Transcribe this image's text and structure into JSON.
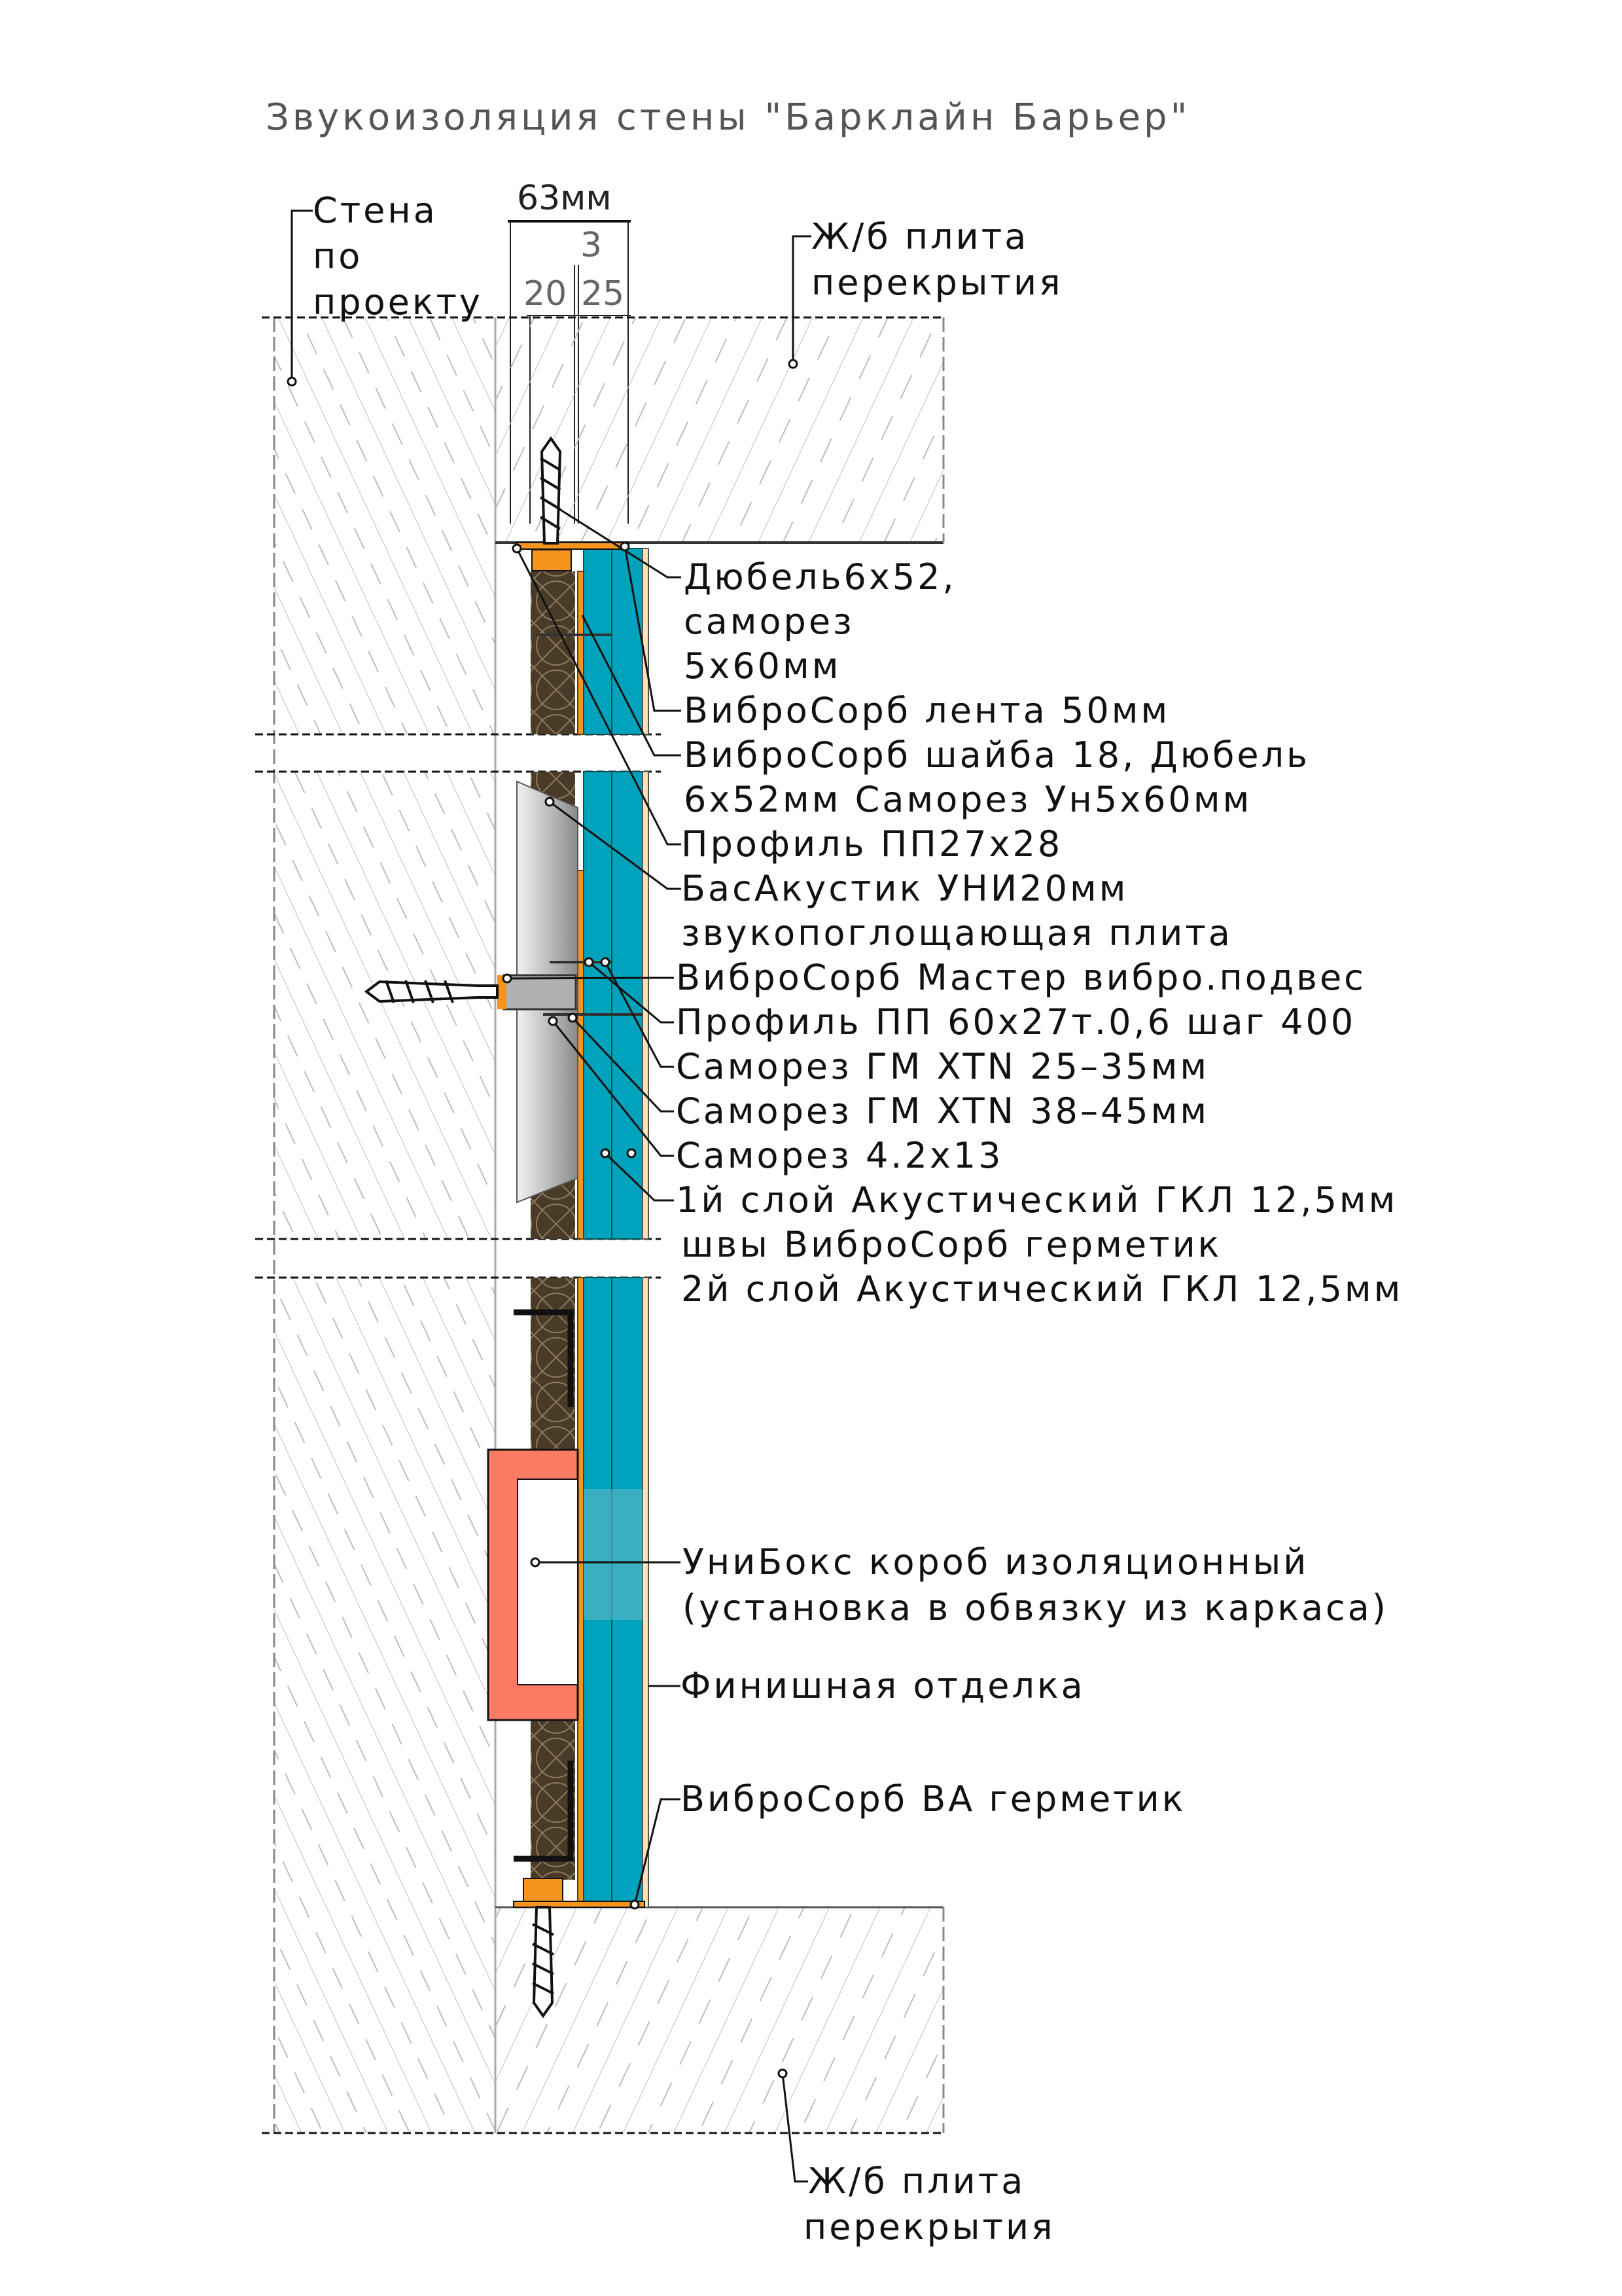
{
  "title": "Звукоизоляция стены \"Барклайн Барьер\"",
  "dimensions": {
    "total": "63мм",
    "gap": "3",
    "left": "20",
    "right": "25"
  },
  "callouts": {
    "wall": [
      "Стена",
      "по",
      "проекту"
    ],
    "slab_top": [
      "Ж/б плита",
      "перекрытия"
    ],
    "slab_bottom": [
      "Ж/б плита",
      "перекрытия"
    ],
    "dowel": [
      "Дюбель6х52,",
      "саморез",
      "5х60мм"
    ],
    "tape": "ВиброСорб лента 50мм",
    "washer": [
      "ВиброСорб шайба 18, Дюбель",
      "6х52мм Саморез Ун5х60мм"
    ],
    "profile_27": "Профиль ПП27х28",
    "bas": [
      "БасАкустик УНИ20мм",
      "звукопоглощающая плита"
    ],
    "hanger": "ВиброСорб Мастер вибро.подвес",
    "profile_60": "Профиль ПП 60х27т.0,6 шаг 400",
    "screw_25": "Саморез ГМ XTN 25–35мм",
    "screw_38": "Саморез ГМ XTN 38–45мм",
    "screw_42": "Саморез 4.2х13",
    "gkl": [
      "1й слой Акустический ГКЛ 12,5мм",
      "швы ВиброСорб герметик",
      "2й слой Акустический ГКЛ 12,5мм"
    ],
    "unibox": [
      "УниБокс короб изоляционный",
      "(установка в обвязку из каркаса)"
    ],
    "finish": "Финишная отделка",
    "sealant": "ВиброСорб ВА герметик"
  },
  "colors": {
    "insulation": "#4a3b28",
    "board": "#00a3bb",
    "orange": "#f7941d",
    "unibox": "#f97b64",
    "hatch": "#bdbdbd"
  }
}
